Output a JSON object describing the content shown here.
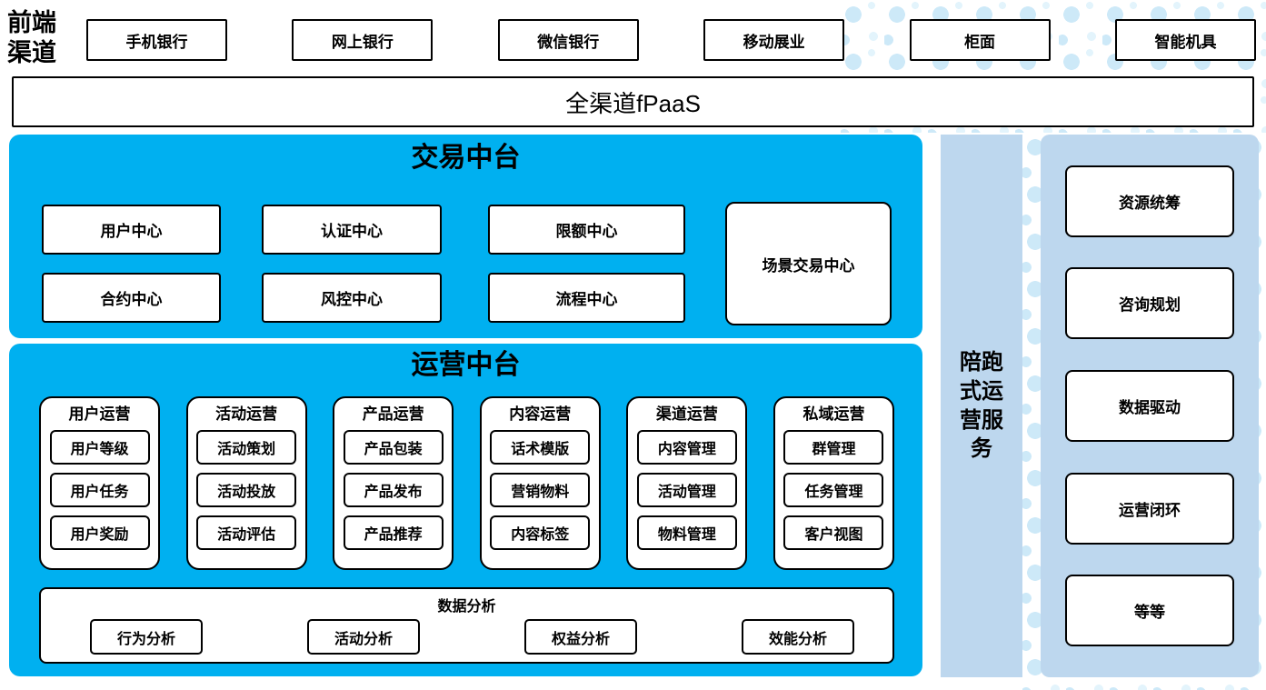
{
  "colors": {
    "panel_blue": "#00B0F0",
    "panel_light_blue": "#BDD7EE",
    "dot_medium": "#CDE9F8",
    "dot_light": "#E3F4FC"
  },
  "front_channels": {
    "label_lines": [
      "前端",
      "渠道"
    ],
    "items": [
      "手机银行",
      "网上银行",
      "微信银行",
      "移动展业",
      "柜面",
      "智能机具"
    ]
  },
  "fpaas_bar": {
    "label": "全渠道fPaaS"
  },
  "trade_platform": {
    "title": "交易中台",
    "row1": [
      "用户中心",
      "认证中心",
      "限额中心"
    ],
    "row2": [
      "合约中心",
      "风控中心",
      "流程中心"
    ],
    "tall_box": "场景交易中心"
  },
  "ops_platform": {
    "title": "运营中台",
    "columns": [
      {
        "header": "用户运营",
        "items": [
          "用户等级",
          "用户任务",
          "用户奖励"
        ]
      },
      {
        "header": "活动运营",
        "items": [
          "活动策划",
          "活动投放",
          "活动评估"
        ]
      },
      {
        "header": "产品运营",
        "items": [
          "产品包装",
          "产品发布",
          "产品推荐"
        ]
      },
      {
        "header": "内容运营",
        "items": [
          "话术模版",
          "营销物料",
          "内容标签"
        ]
      },
      {
        "header": "渠道运营",
        "items": [
          "内容管理",
          "活动管理",
          "物料管理"
        ]
      },
      {
        "header": "私域运营",
        "items": [
          "群管理",
          "任务管理",
          "客户视图"
        ]
      }
    ],
    "analysis": {
      "title": "数据分析",
      "items": [
        "行为分析",
        "活动分析",
        "权益分析",
        "效能分析"
      ]
    }
  },
  "side_service": {
    "label": "陪跑式运营服务"
  },
  "service_items": [
    "资源统筹",
    "咨询规划",
    "数据驱动",
    "运营闭环",
    "等等"
  ]
}
